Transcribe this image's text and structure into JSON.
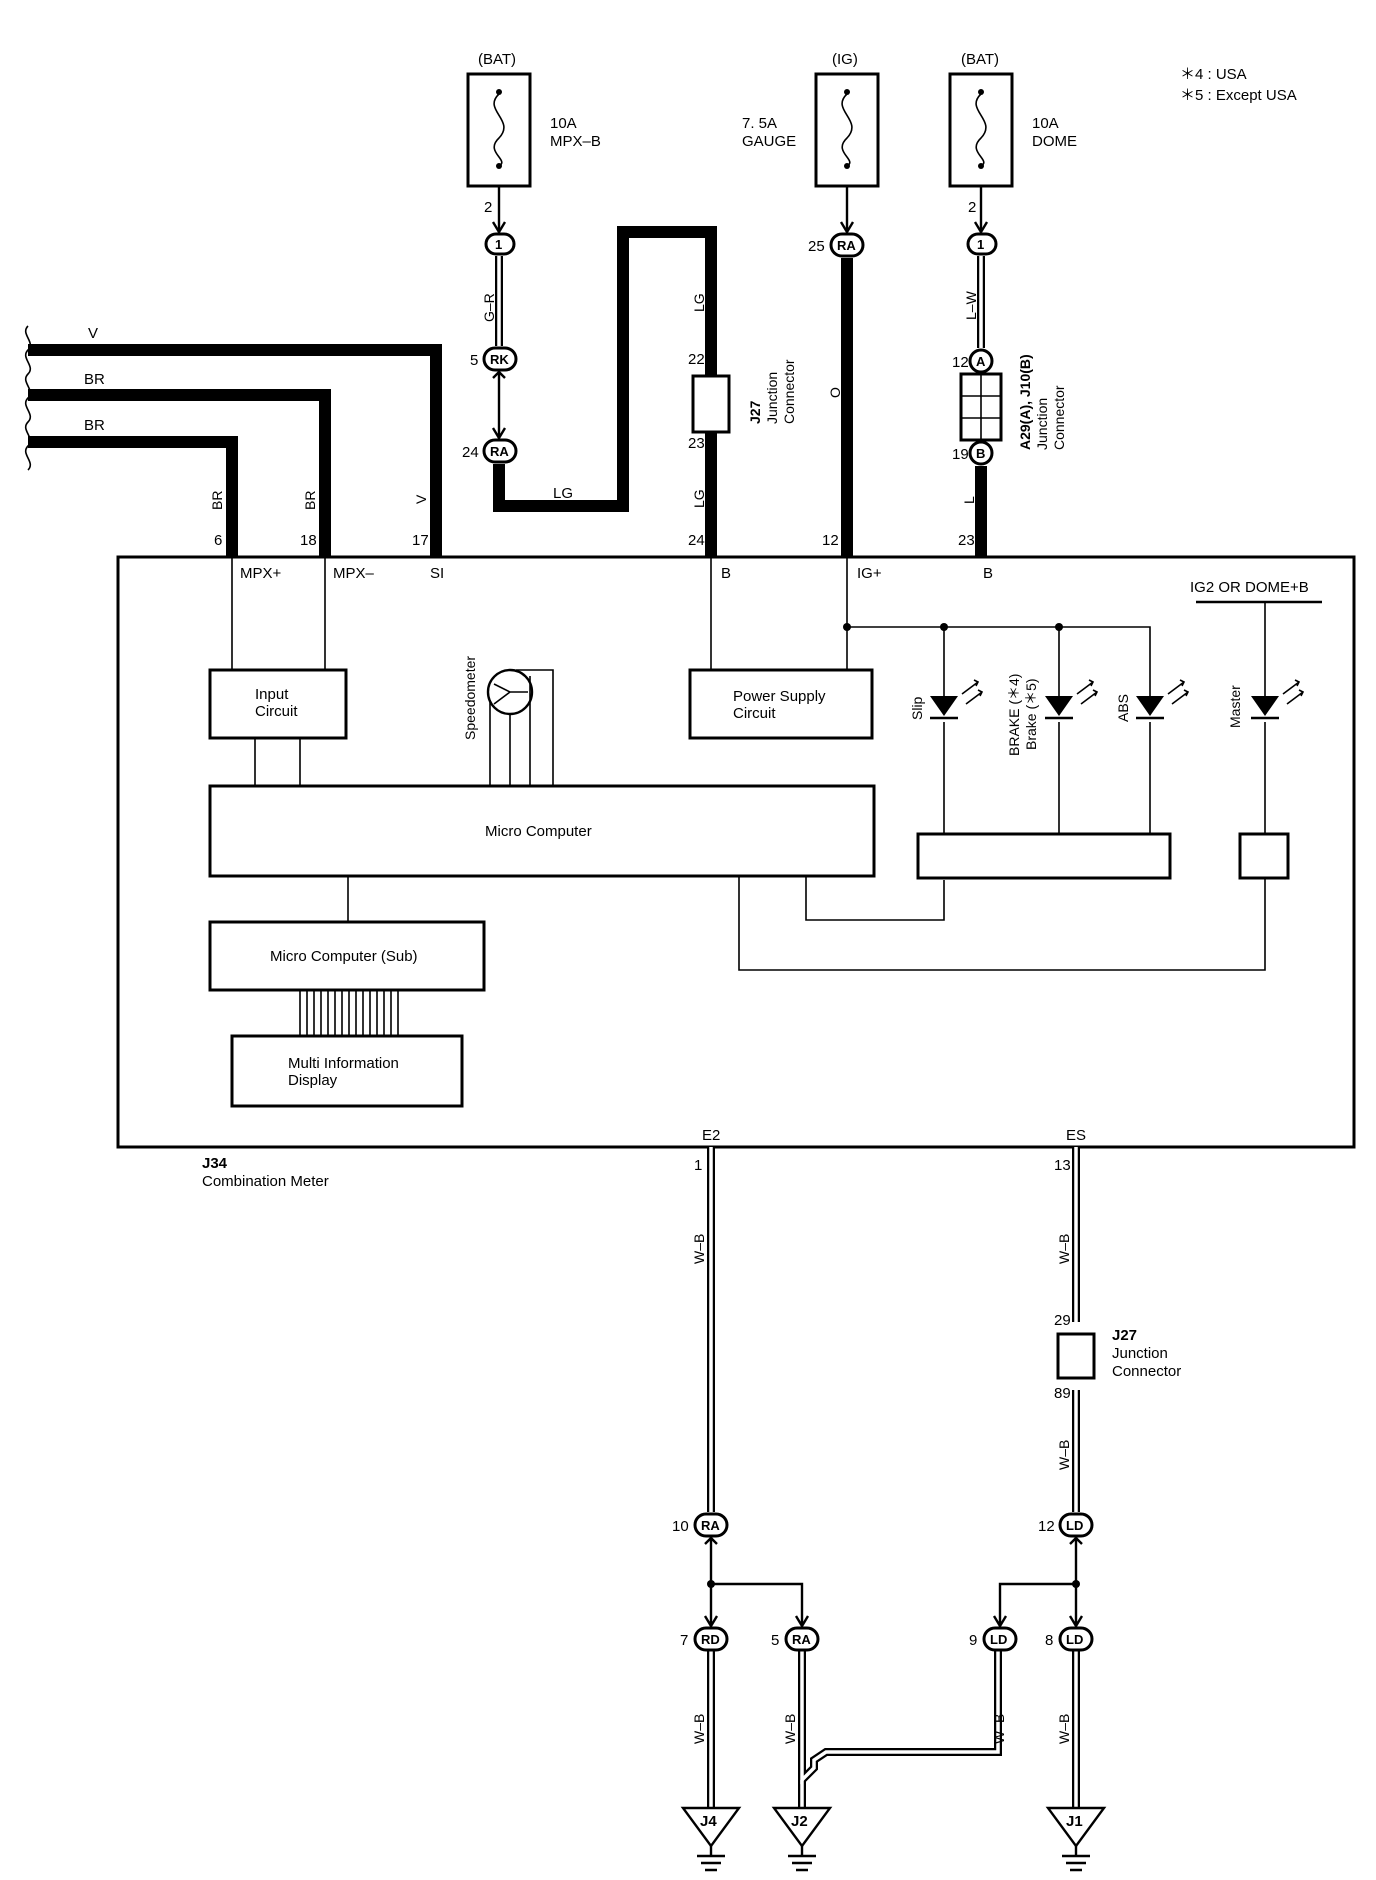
{
  "legend": {
    "note_usa": "＊4 : USA",
    "note_except": "＊5 : Except USA"
  },
  "fuses": {
    "mpx": {
      "source": "(BAT)",
      "rating": "10A",
      "name": "MPX–B",
      "pin": "2"
    },
    "gauge": {
      "source": "(IG)",
      "rating": "7. 5A",
      "name": "GAUGE"
    },
    "dome": {
      "source": "(BAT)",
      "rating": "10A",
      "name": "DOME",
      "pin": "2"
    }
  },
  "connectors": {
    "c1a": {
      "code": "1"
    },
    "c1b": {
      "code": "1"
    },
    "rk": {
      "pin": "5",
      "code": "RK"
    },
    "ra24": {
      "pin": "24",
      "code": "RA"
    },
    "ra25": {
      "pin": "25",
      "code": "RA"
    },
    "a12": {
      "pin": "12",
      "code": "A"
    },
    "b19": {
      "pin": "19",
      "code": "B"
    },
    "ra10": {
      "pin": "10",
      "code": "RA"
    },
    "ld12": {
      "pin": "12",
      "code": "LD"
    },
    "rd7": {
      "pin": "7",
      "code": "RD"
    },
    "ra5": {
      "pin": "5",
      "code": "RA"
    },
    "ld9": {
      "pin": "9",
      "code": "LD"
    },
    "ld8": {
      "pin": "8",
      "code": "LD"
    }
  },
  "wires": {
    "v_in": "V",
    "br_in1": "BR",
    "br_in2": "BR",
    "br_a": "BR",
    "br_b": "BR",
    "v_down": "V",
    "gr": "G–R",
    "lg_h": "LG",
    "lg_up": "LG",
    "lg_down": "LG",
    "o": "O",
    "lw": "L–W",
    "l": "L",
    "wb1": "W–B",
    "wb2": "W–B",
    "wb3": "W–B",
    "wb4": "W–B",
    "wb5": "W–B",
    "wb6": "W–B",
    "wb7": "W–B"
  },
  "j27_top": {
    "id": "J27",
    "line1": "Junction",
    "line2": "Connector",
    "pin_top": "22",
    "pin_bottom": "23"
  },
  "j_a29": {
    "id": "A29(A), J10(B)",
    "line1": "Junction",
    "line2": "Connector"
  },
  "j27_bottom": {
    "id": "J27",
    "line1": "Junction",
    "line2": "Connector",
    "pin_top": "29",
    "pin_bottom": "89"
  },
  "meter": {
    "id": "J34",
    "name": "Combination Meter",
    "pins": {
      "p6": "6",
      "p18": "18",
      "p17": "17",
      "p24": "24",
      "p12": "12",
      "p23": "23",
      "p1": "1",
      "p13": "13"
    },
    "terminals": {
      "mpx_plus": "MPX+",
      "mpx_minus": "MPX–",
      "si": "SI",
      "b1": "B",
      "ig": "IG+",
      "b2": "B",
      "e2": "E2",
      "es": "ES"
    },
    "ig2_label": "IG2 OR DOME+B",
    "input_circuit": [
      "Input",
      "Circuit"
    ],
    "power_supply": [
      "Power Supply",
      "Circuit"
    ],
    "micro_computer": "Micro Computer",
    "micro_sub": "Micro Computer (Sub)",
    "mid": [
      "Multi Information",
      "Display"
    ],
    "speedometer": "Speedometer",
    "lamps": {
      "slip": "Slip",
      "brake_usa": "BRAKE (＊4)",
      "brake": "Brake (＊5)",
      "abs": "ABS",
      "master": "Master"
    }
  },
  "grounds": {
    "j4": "J4",
    "j2": "J2",
    "j1": "J1"
  }
}
